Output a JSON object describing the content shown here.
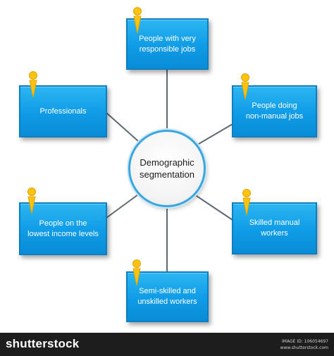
{
  "diagram": {
    "center_label": "Demographic\nsegmentation",
    "nodes": [
      {
        "label": "People with very\nresponsible jobs"
      },
      {
        "label": "People doing\nnon-manual jobs"
      },
      {
        "label": "Skilled manual\nworkers"
      },
      {
        "label": "Semi-skilled and\nunskilled workers"
      },
      {
        "label": "People on the\nlowest income levels"
      },
      {
        "label": "Professionals"
      }
    ],
    "colors": {
      "box": "#1aa5eb",
      "box_border": "#0b7fc4",
      "pin_head": "#ffc20e",
      "connector": "#5f6a72",
      "hub_ring": "#3aa6e0"
    },
    "icon": "person-pin-icon"
  },
  "footer": {
    "brand": "shutterstock",
    "image_id": "IMAGE ID: 106054697",
    "site": "www.shutterstock.com"
  }
}
